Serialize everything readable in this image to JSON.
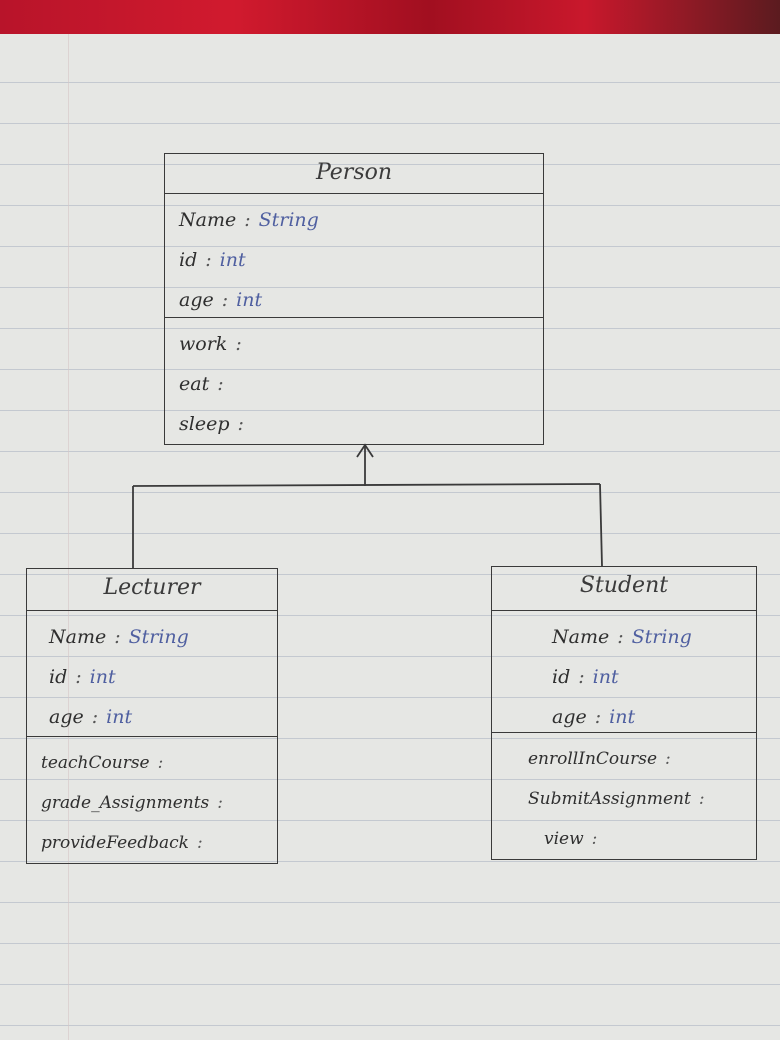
{
  "classes": {
    "person": {
      "name": "Person",
      "attributes": [
        {
          "name": "Name",
          "type": "String"
        },
        {
          "name": "id",
          "type": "int"
        },
        {
          "name": "age",
          "type": "int"
        }
      ],
      "methods": [
        "work",
        "eat",
        "sleep"
      ]
    },
    "lecturer": {
      "name": "Lecturer",
      "attributes": [
        {
          "name": "Name",
          "type": "String"
        },
        {
          "name": "id",
          "type": "int"
        },
        {
          "name": "age",
          "type": "int"
        }
      ],
      "methods": [
        "teachCourse",
        "grade_Assignments",
        "provideFeedback"
      ]
    },
    "student": {
      "name": "Student",
      "attributes": [
        {
          "name": "Name",
          "type": "String"
        },
        {
          "name": "id",
          "type": "int"
        },
        {
          "name": "age",
          "type": "int"
        }
      ],
      "methods": [
        "enrollInCourse",
        "SubmitAssignment",
        "view"
      ]
    }
  },
  "colors": {
    "ink": "#3a3a3a",
    "type_ink": "#4f5fa0",
    "paper": "#e6e7e4",
    "fabric": "#c9182c"
  }
}
